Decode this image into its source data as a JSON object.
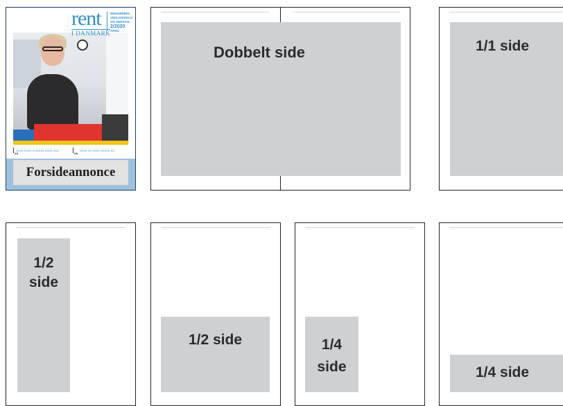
{
  "cover": {
    "logo_word": "rent",
    "logo_country": "I DANMARK",
    "tagline": [
      "RENGØRING,",
      "VEDLIGEHOLD",
      "OG SERVICE"
    ],
    "issue": "2/2020",
    "issue_month": "APRIL",
    "teaser_1": "XXXX XXXX X XXXXX XXXX XXX",
    "teaser_1_mark": "XX",
    "teaser_2": "XXXX XX XXXX XXXXX XX",
    "teaser_2_mark": "XX",
    "ad_label": "Forsideannonce"
  },
  "formats": {
    "double": "Dobbelt side",
    "full": "1/1 side",
    "half_vertical": [
      "1/2",
      "side"
    ],
    "half_horizontal": "1/2 side",
    "quarter_vertical": [
      "1/4",
      "side"
    ],
    "quarter_horizontal": "1/4 side"
  }
}
